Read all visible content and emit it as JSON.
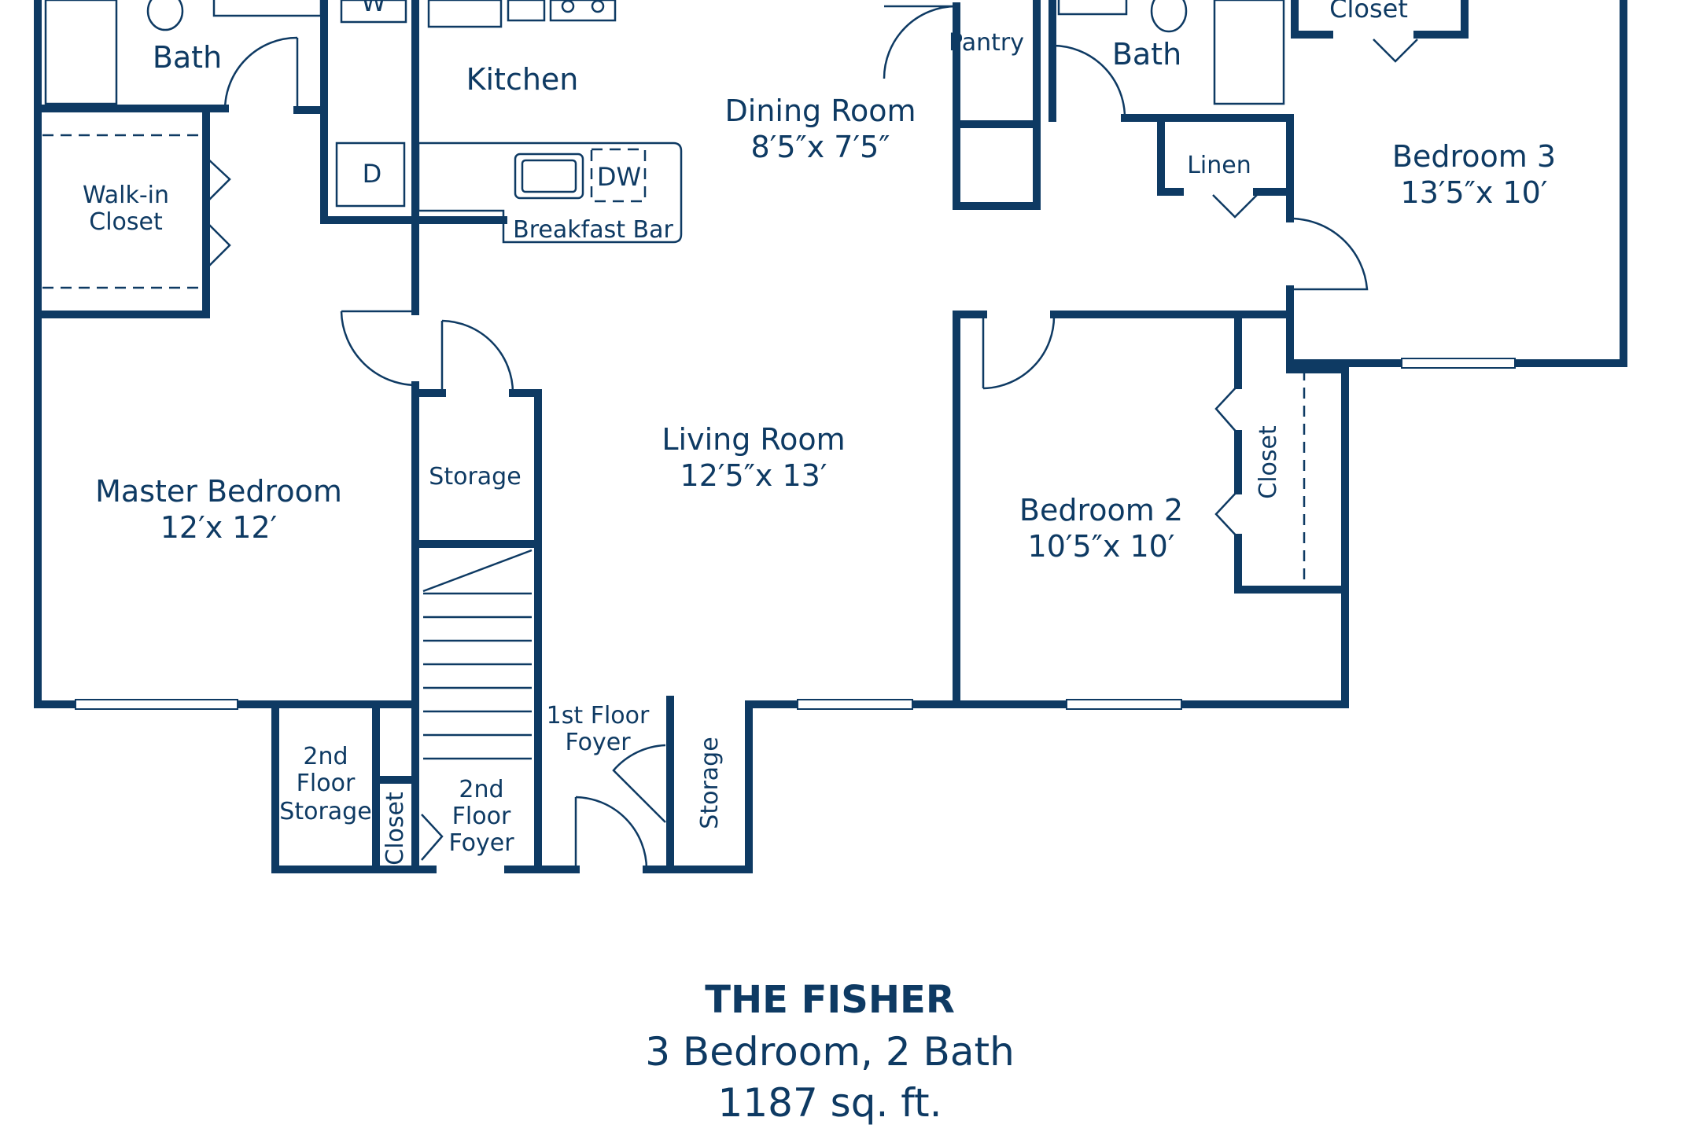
{
  "plan_name": "THE FISHER",
  "plan_summary": "3 Bedroom, 2 Bath",
  "plan_area": "1187 sq. ft.",
  "colors": {
    "wall": "#0e3a63",
    "background": "#ffffff"
  },
  "rooms": {
    "bath_left": "Bath",
    "kitchen": "Kitchen",
    "washer": "W",
    "dryer": "D",
    "dishwasher": "DW",
    "breakfast_bar": "Breakfast Bar",
    "dining_room": {
      "name": "Dining Room",
      "size": "8′5″x 7′5″"
    },
    "pantry": "Pantry",
    "bath_right": "Bath",
    "closet_top": "Closet",
    "linen": "Linen",
    "bedroom3": {
      "name": "Bedroom 3",
      "size": "13′5″x 10′"
    },
    "walkin_closet": [
      "Walk-in",
      "Closet"
    ],
    "master_bedroom": {
      "name": "Master Bedroom",
      "size": "12′x 12′"
    },
    "storage_center": "Storage",
    "living_room": {
      "name": "Living Room",
      "size": "12′5″x 13′"
    },
    "bedroom2": {
      "name": "Bedroom 2",
      "size": "10′5″x 10′"
    },
    "closet_bedroom2": "Closet",
    "first_floor_foyer": [
      "1st Floor",
      "Foyer"
    ],
    "storage_bottom": "Storage",
    "second_floor_storage": [
      "2nd",
      "Floor",
      "Storage"
    ],
    "closet_bottom": "Closet",
    "second_floor_foyer": [
      "2nd",
      "Floor",
      "Foyer"
    ]
  }
}
